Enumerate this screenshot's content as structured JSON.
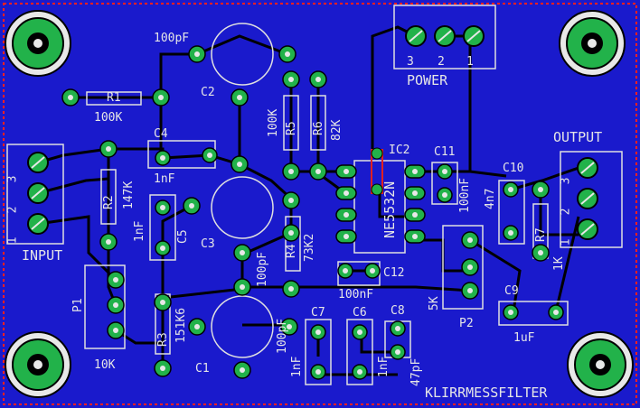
{
  "board_title": "KLIRRMESSFILTER",
  "colors": {
    "board": "#1a1acc",
    "trace": "#000000",
    "pad": "#22b24a",
    "outline": "#e0e0e0",
    "dim": "#ff2020",
    "via": "#e02020"
  },
  "connectors": {
    "input": {
      "label": "INPUT",
      "pins": [
        "1",
        "2",
        "3"
      ]
    },
    "output": {
      "label": "OUTPUT",
      "pins": [
        "1",
        "2",
        "3"
      ]
    },
    "power": {
      "label": "POWER",
      "pins": [
        "3",
        "2",
        "1"
      ]
    }
  },
  "components": {
    "R1": {
      "name": "R1",
      "value": "100K"
    },
    "R2": {
      "name": "R2",
      "value": "147K"
    },
    "R3": {
      "name": "R3",
      "value": "151K6"
    },
    "R4": {
      "name": "R4",
      "value": "73K2"
    },
    "R5": {
      "name": "R5",
      "value": "100K"
    },
    "R6": {
      "name": "R6",
      "value": "82K"
    },
    "R7": {
      "name": "R7",
      "value": "1K"
    },
    "C1": {
      "name": "C1",
      "value": "100pF"
    },
    "C2": {
      "name": "C2",
      "value": "100pF"
    },
    "C3": {
      "name": "C3",
      "value": "100pF"
    },
    "C4": {
      "name": "C4",
      "value": "1nF"
    },
    "C5": {
      "name": "C5",
      "value": "1nF"
    },
    "C6": {
      "name": "C6",
      "value": "1nF"
    },
    "C7": {
      "name": "C7",
      "value": "1nF"
    },
    "C8": {
      "name": "C8",
      "value": "47pF"
    },
    "C9": {
      "name": "C9",
      "value": "1uF"
    },
    "C10": {
      "name": "C10",
      "value": "4n7"
    },
    "C11": {
      "name": "C11",
      "value": "100nF"
    },
    "C12": {
      "name": "C12",
      "value": "100nF"
    },
    "IC2": {
      "name": "IC2",
      "value": "NE5532N"
    },
    "P1": {
      "name": "P1",
      "value": "10K"
    },
    "P2": {
      "name": "P2",
      "value": "5K"
    }
  }
}
